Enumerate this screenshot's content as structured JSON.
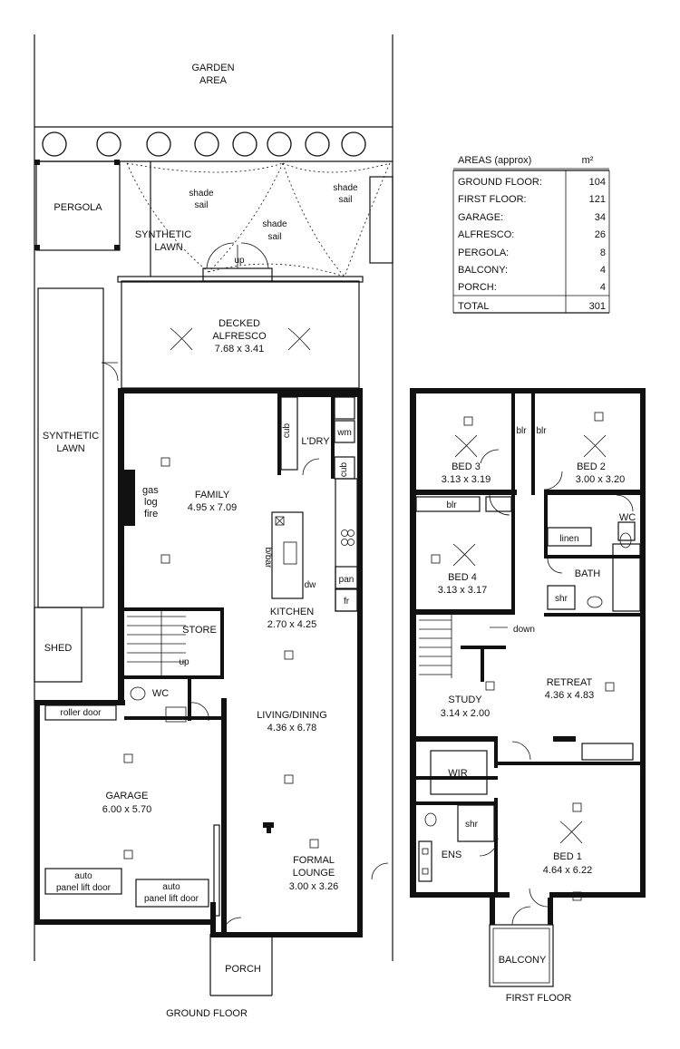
{
  "outdoor": {
    "garden_1": "GARDEN",
    "garden_2": "AREA",
    "pergola": "PERGOLA",
    "synthetic_lawn_top_1": "SYNTHETIC",
    "synthetic_lawn_top_2": "LAWN",
    "synthetic_lawn_side_1": "SYNTHETIC",
    "synthetic_lawn_side_2": "LAWN",
    "shade_sail_1a": "shade",
    "shade_sail_1b": "sail",
    "shade_sail_2a": "shade",
    "shade_sail_2b": "sail",
    "shade_sail_3a": "shade",
    "shade_sail_3b": "sail",
    "up_top": "up",
    "alfresco_1": "DECKED",
    "alfresco_2": "ALFRESCO",
    "alfresco_dim": "7.68 x 3.41",
    "shed": "SHED"
  },
  "ground": {
    "family": "FAMILY",
    "family_dim": "4.95 x 7.09",
    "gas_1": "gas",
    "gas_2": "log",
    "gas_3": "fire",
    "cub_1": "cub",
    "cub_2": "cub",
    "ldry": "L'DRY",
    "wm": "wm",
    "bbar": "b/bar",
    "dw": "dw",
    "pan": "pan",
    "fr": "fr",
    "kitchen": "KITCHEN",
    "kitchen_dim": "2.70 x 4.25",
    "store": "STORE",
    "up": "up",
    "wc": "WC",
    "roller_door": "roller door",
    "living": "LIVING/DINING",
    "living_dim": "4.36 x 6.78",
    "garage": "GARAGE",
    "garage_dim": "6.00 x 5.70",
    "auto_1a": "auto",
    "auto_1b": "panel lift door",
    "auto_2a": "auto",
    "auto_2b": "panel lift door",
    "formal_1": "FORMAL",
    "formal_2": "LOUNGE",
    "formal_dim": "3.00 x 3.26",
    "porch": "PORCH",
    "caption": "GROUND FLOOR"
  },
  "first": {
    "bed3": "BED 3",
    "bed3_dim": "3.13 x 3.19",
    "blr_1": "blr",
    "blr_2": "blr",
    "blr_3": "blr",
    "bed2": "BED 2",
    "bed2_dim": "3.00 x 3.20",
    "wc": "WC",
    "linen": "linen",
    "bath": "BATH",
    "shr_1": "shr",
    "bed4": "BED 4",
    "bed4_dim": "3.13 x 3.17",
    "down": "down",
    "retreat": "RETREAT",
    "retreat_dim": "4.36 x 4.83",
    "study": "STUDY",
    "study_dim": "3.14 x 2.00",
    "wir": "WIR",
    "shr_2": "shr",
    "ens": "ENS",
    "bed1": "BED 1",
    "bed1_dim": "4.64 x 6.22",
    "balcony": "BALCONY",
    "caption": "FIRST FLOOR"
  },
  "areas": {
    "header": "AREAS (approx)",
    "unit": "m²",
    "rows": [
      {
        "label": "GROUND FLOOR:",
        "value": "104"
      },
      {
        "label": "FIRST FLOOR:",
        "value": "121"
      },
      {
        "label": "GARAGE:",
        "value": "34"
      },
      {
        "label": "ALFRESCO:",
        "value": "26"
      },
      {
        "label": "PERGOLA:",
        "value": "8"
      },
      {
        "label": "BALCONY:",
        "value": "4"
      },
      {
        "label": "PORCH:",
        "value": "4"
      }
    ],
    "total_label": "TOTAL",
    "total_value": "301"
  }
}
